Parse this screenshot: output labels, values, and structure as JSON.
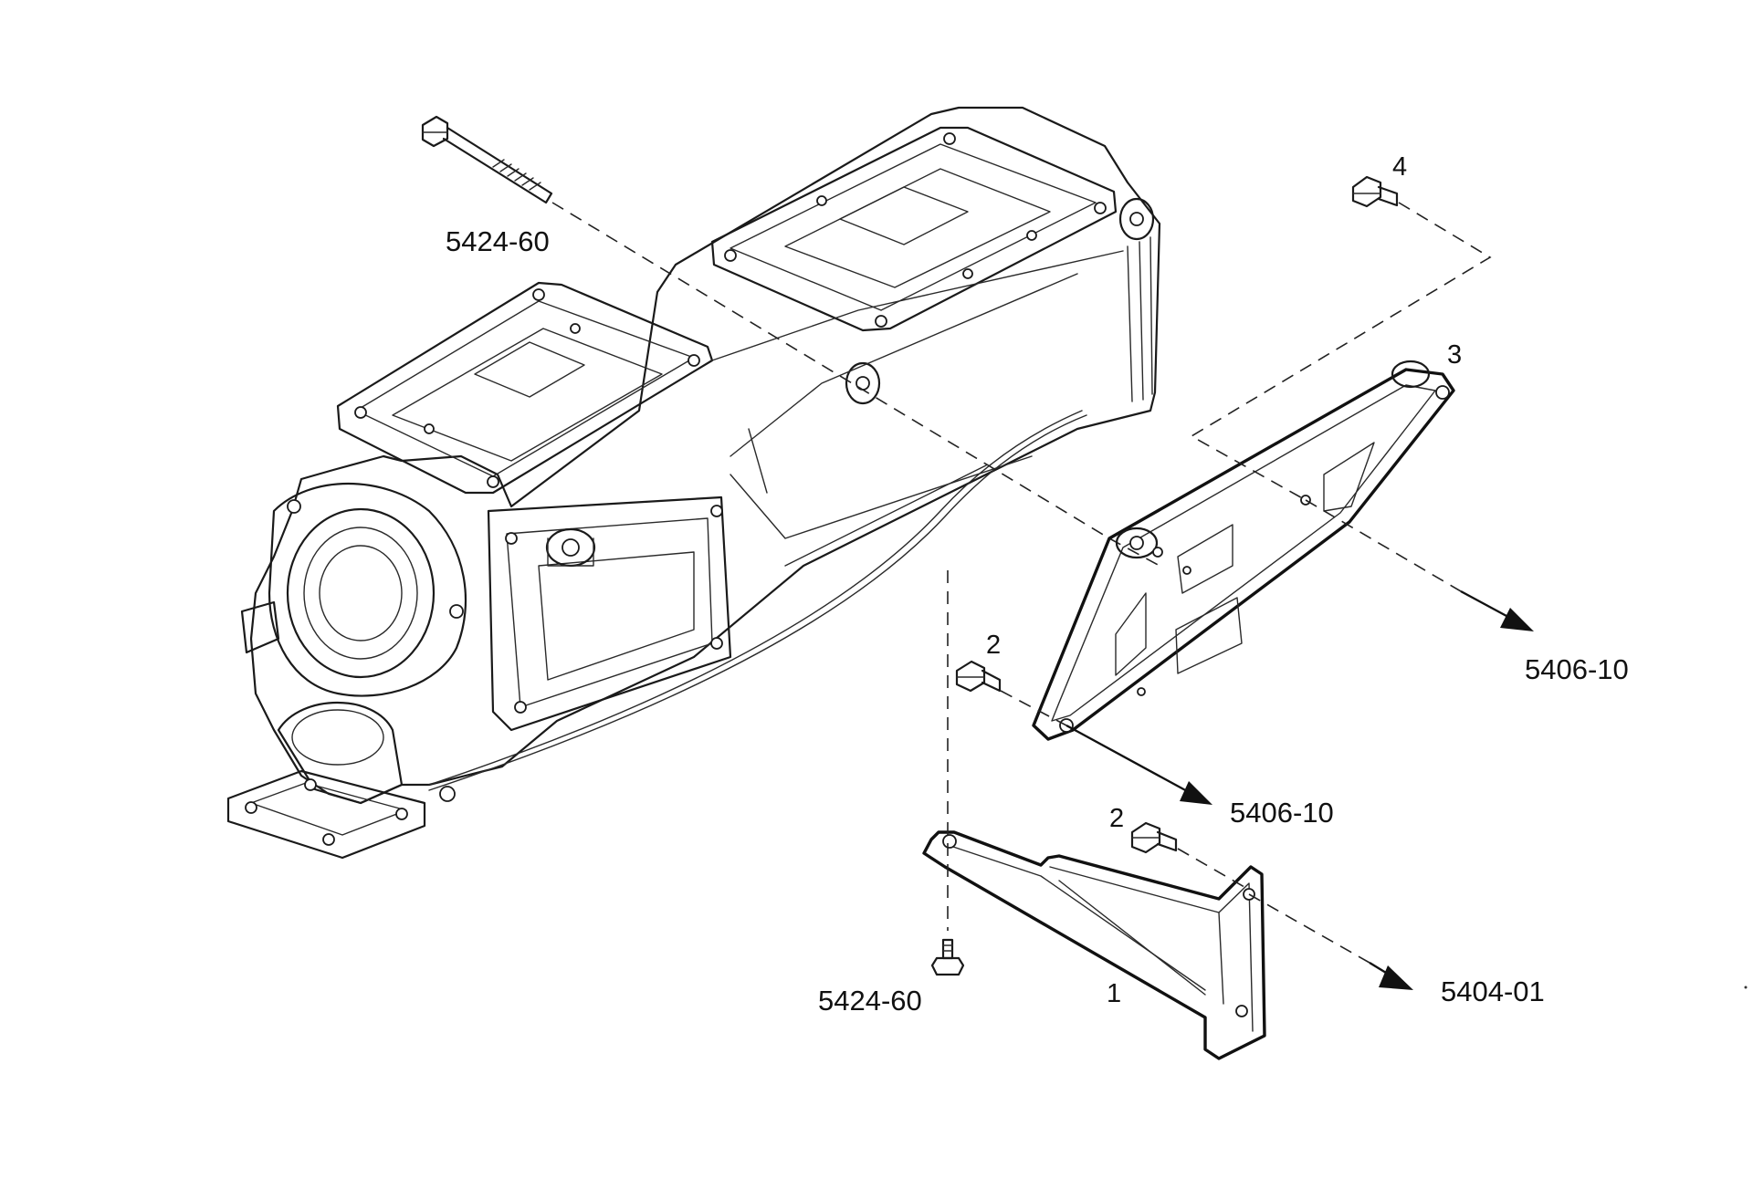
{
  "labels": {
    "long_bolt_ref": "5424-60",
    "bottom_bolt_ref": "5424-60",
    "arrow_right_upper": "5406-10",
    "arrow_middle": "5406-10",
    "arrow_bottom": "5404-01"
  },
  "callouts": {
    "bracket": "1",
    "bolt_left": "2",
    "bolt_middle": "2",
    "plate": "3",
    "bolt_top": "4"
  }
}
